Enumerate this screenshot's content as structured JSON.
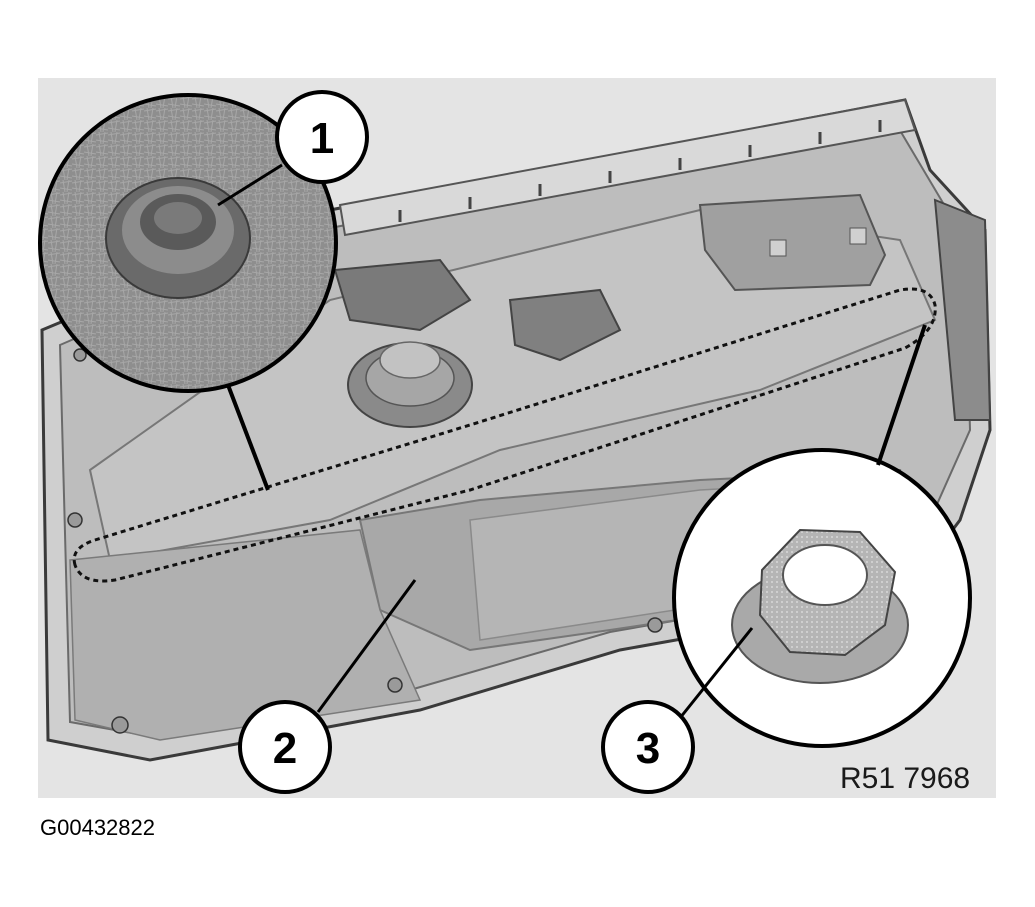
{
  "illustration": {
    "subject": "door-trim-panel",
    "colors": {
      "background": "#ffffff",
      "frame_panel": "#e4e4e4",
      "trim": "#c8c8c8",
      "trim_dark": "#9a9a9a",
      "metal": "#bdbdbd",
      "outline": "#000000"
    }
  },
  "callouts": [
    {
      "number": "1",
      "detail": "grommet"
    },
    {
      "number": "2",
      "detail": "trim-panel-recess"
    },
    {
      "number": "3",
      "detail": "flange-nut"
    }
  ],
  "figure_code": "R51 7968",
  "document_id": "G00432822"
}
